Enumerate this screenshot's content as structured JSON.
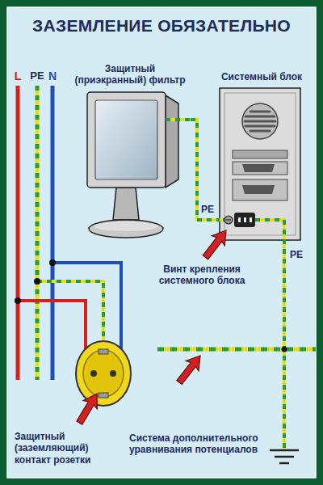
{
  "diagram": {
    "title": "ЗАЗЕМЛЕНИЕ ОБЯЗАТЕЛЬНО",
    "nodes": [
      {
        "text": [
          "Защитный (приэкранный) фильтр"
        ]
      },
      {
        "text": [
          "Системный блок"
        ]
      }
    ],
    "edges": [
      {
        "from": 0,
        "to": 1,
        "arrow": "none",
        "label": "PE"
      }
    ],
    "labels": [
      "L",
      "PE",
      "N",
      "PE",
      "Винт крепления системного блока",
      "Защитный (заземляющий) контакт розетки",
      "Система дополнительного уравнивания потенциалов"
    ]
  }
}
